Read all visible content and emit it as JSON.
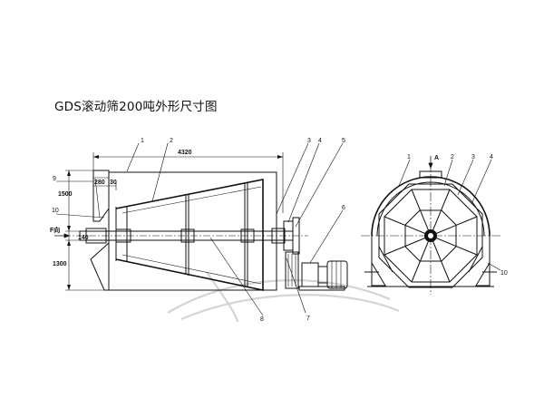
{
  "title": "GDS滚动筛200吨外形尺寸图",
  "dimensions": {
    "length_total": "4320",
    "inlet_width": "280",
    "inlet_offset": "30",
    "height_top": "1500",
    "shaft_height": "140",
    "height_base": "1300"
  },
  "view_labels": {
    "f_direction": "F向",
    "a_direction": "A"
  },
  "part_numbers": {
    "p1": "1",
    "p2": "2",
    "p3": "3",
    "p4": "4",
    "p5": "5",
    "p6": "6",
    "p7": "7",
    "p8": "8",
    "p9": "9",
    "p10": "10"
  }
}
